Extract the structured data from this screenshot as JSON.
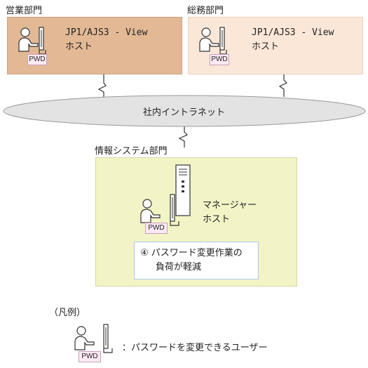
{
  "colors": {
    "sales_fill": "#e3b995",
    "sales_border": "#c8a284",
    "general_fill": "#fbe7d8",
    "general_border": "#e8d2c2",
    "it_fill": "#f2f4c6",
    "it_border": "#d7d9a0",
    "network_fill": "#e3e3e3",
    "note_border": "#a9cbe8",
    "pwd_fill": "#fde9f4"
  },
  "sales": {
    "label": "営業部門",
    "host_line1": "JP1/AJS3 - View",
    "host_line2": "ホスト",
    "pwd": "PWD"
  },
  "general": {
    "label": "総務部門",
    "host_line1": "JP1/AJS3 - View",
    "host_line2": "ホスト",
    "pwd": "PWD"
  },
  "network": {
    "label": "社内イントラネット"
  },
  "it": {
    "label": "情報システム部門",
    "host_line1": "マネージャー",
    "host_line2": "ホスト",
    "pwd": "PWD",
    "note_line1": "④ パスワード変更作業の",
    "note_line2": "負荷が軽減"
  },
  "legend": {
    "title": "（凡例）",
    "pwd": "PWD",
    "description": "：パスワードを変更できるユーザー"
  }
}
